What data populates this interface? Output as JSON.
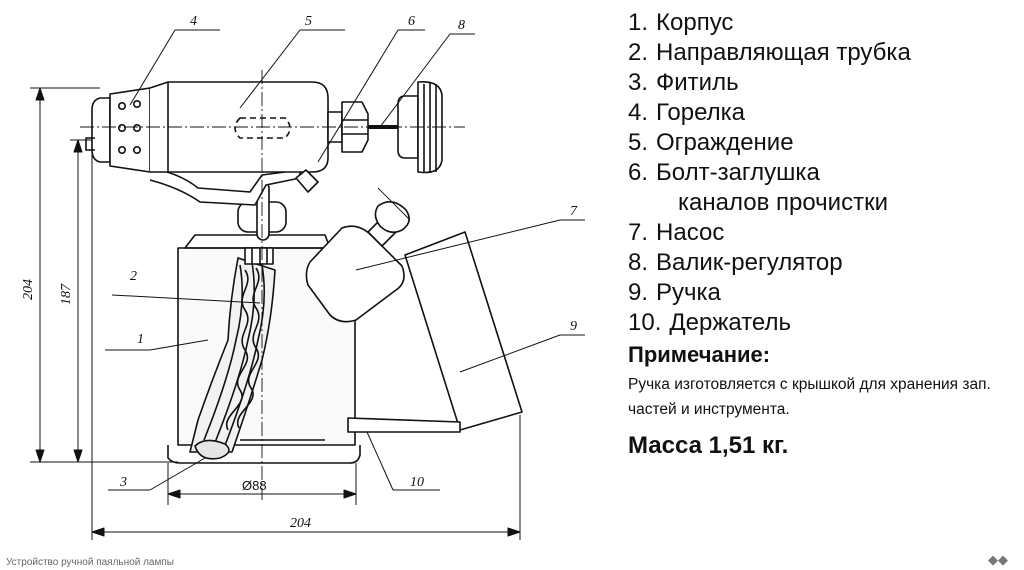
{
  "legend": [
    {
      "num": "1.",
      "text": "Корпус"
    },
    {
      "num": "2.",
      "text": "Направляющая трубка"
    },
    {
      "num": "3.",
      "text": "Фитиль"
    },
    {
      "num": "4.",
      "text": "Горелка"
    },
    {
      "num": "5.",
      "text": "Ограждение"
    },
    {
      "num": "6.",
      "text": "Болт-заглушка",
      "cont": "каналов прочистки"
    },
    {
      "num": "7.",
      "text": "Насос"
    },
    {
      "num": "8.",
      "text": "Валик-регулятор"
    },
    {
      "num": "9.",
      "text": "Ручка"
    },
    {
      "num": "10.",
      "text": "Держатель"
    }
  ],
  "note": {
    "title": "Примечание:",
    "text": "Ручка изготовляется с крышкой для хранения зап. частей и инструмента."
  },
  "mass": "Масса 1,51 кг.",
  "drawing": {
    "callouts": [
      "1",
      "2",
      "3",
      "4",
      "5",
      "6",
      "7",
      "8",
      "9",
      "10"
    ],
    "dimensions": {
      "height_total": "204",
      "height_inner": "187",
      "diameter": "Ø88",
      "width_total": "204"
    }
  },
  "caption": "Устройство ручной паяльной лампы",
  "corner_mark": "◆◆"
}
